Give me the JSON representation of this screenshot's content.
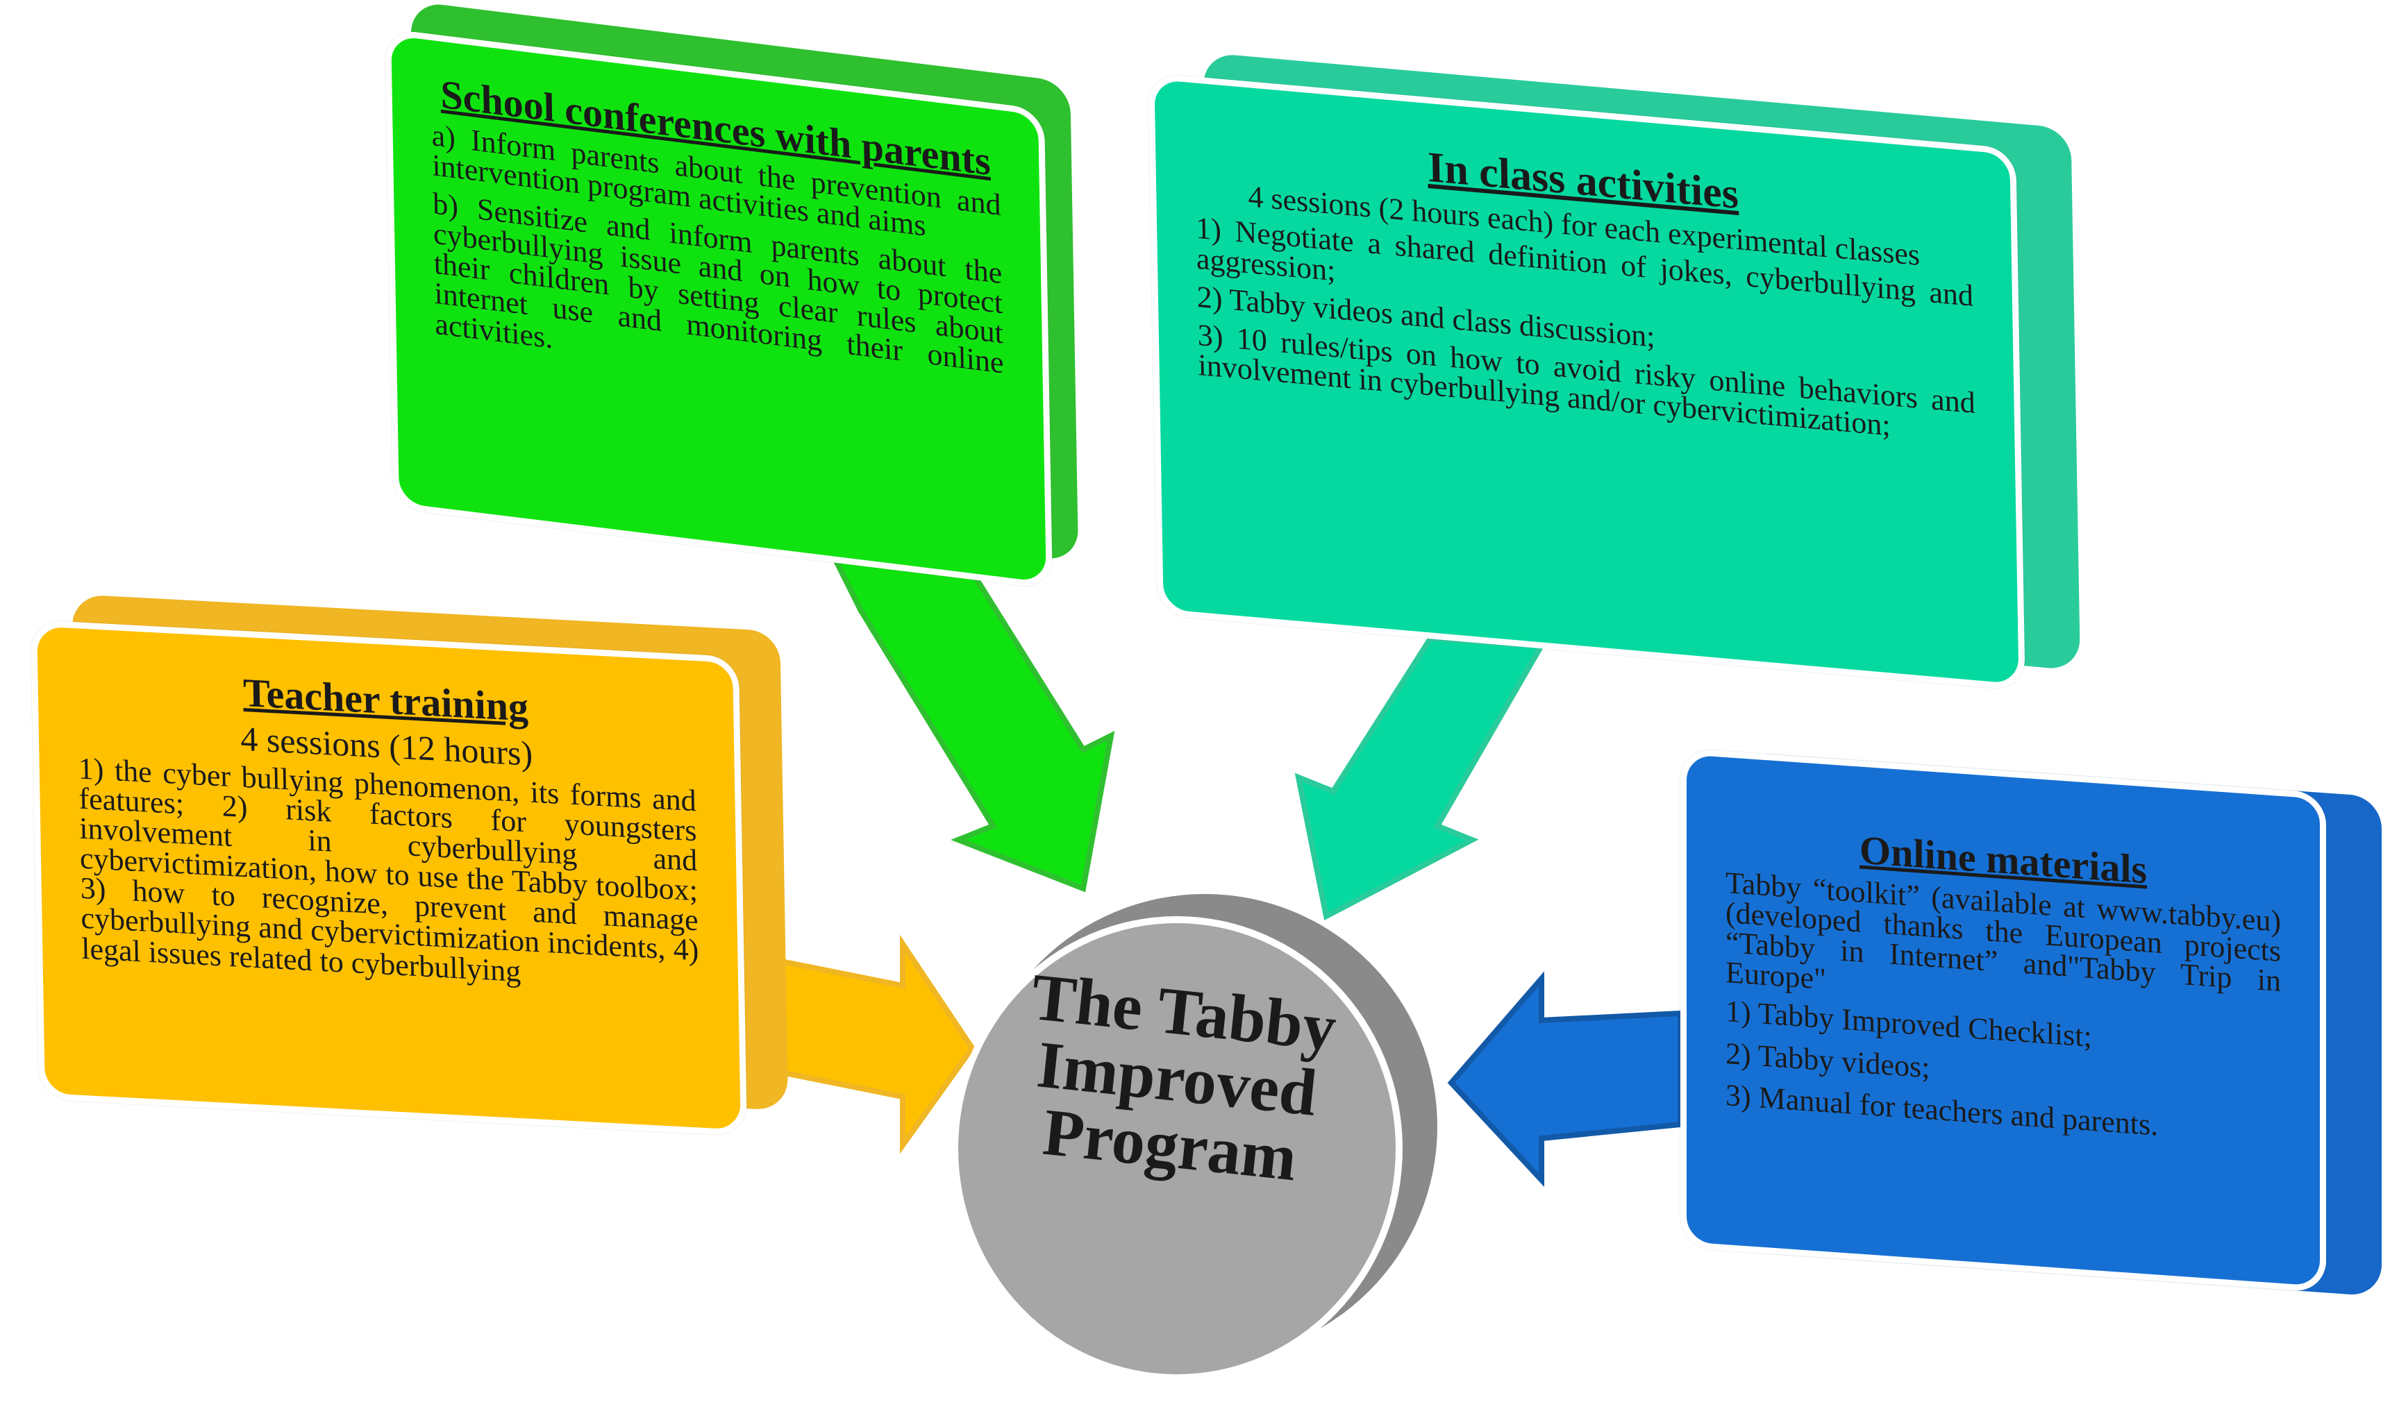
{
  "center": {
    "lines": [
      "The Tabby",
      "Improved",
      "Program"
    ]
  },
  "boxes": {
    "school": {
      "title": "School conferences with parents",
      "paragraphs": [
        "a) Inform parents about the prevention and intervention program activities and aims",
        "b) Sensitize and inform parents about the cyberbullying issue and on how to protect their children by setting clear rules about internet use and monitoring their online activities."
      ]
    },
    "class": {
      "title": "In class activities",
      "subtitle": "4 sessions (2 hours each) for each experimental classes",
      "items": [
        "1) Negotiate a shared definition of jokes, cyberbullying and aggression;",
        "2) Tabby videos and class discussion;",
        "3) 10 rules/tips on how to avoid risky online behaviors and involvement in cyberbullying and/or cybervictimization;"
      ]
    },
    "teacher": {
      "title": "Teacher training",
      "subtitle": "4 sessions (12 hours)",
      "body": "1) the cyber bullying phenomenon, its forms and features; 2) risk factors for youngsters involvement in cyberbullying and cybervictimization, how to use the Tabby toolbox; 3) how to recognize, prevent and manage cyberbullying and cybervictimization incidents, 4) legal issues related to cyberbullying"
    },
    "online": {
      "title": "Online materials",
      "intro": "Tabby “toolkit” (available at www.tabby.eu) (developed thanks the European projects “Tabby in Internet” and\"Tabby Trip in Europe\"",
      "items": [
        "1) Tabby Improved Checklist;",
        "2) Tabby videos;",
        "3) Manual for teachers and parents."
      ]
    }
  },
  "colors": {
    "green": "#0fe30f",
    "teal": "#05d9a0",
    "yellow": "#ffc000",
    "blue": "#1670d4",
    "center": "#a6a6a6"
  }
}
